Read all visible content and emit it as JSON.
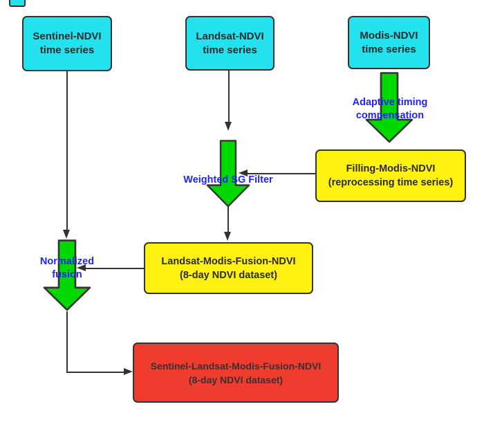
{
  "diagram": {
    "nodes": {
      "sentinel": {
        "title": "Sentinel-NDVI",
        "subtitle": "time series"
      },
      "landsat": {
        "title": "Landsat-NDVI",
        "subtitle": "time series"
      },
      "modis": {
        "title": "Modis-NDVI",
        "subtitle": "time series"
      },
      "filling_modis": {
        "title": "Filling-Modis-NDVI",
        "subtitle": "(reprocessing time series)"
      },
      "landsat_modis_fusion": {
        "title": "Landsat-Modis-Fusion-NDVI",
        "subtitle": "(8-day NDVI dataset)"
      },
      "final_fusion": {
        "title": "Sentinel-Landsat-Modis-Fusion-NDVI",
        "subtitle": "(8-day NDVI dataset)"
      }
    },
    "edge_labels": {
      "adaptive_timing": {
        "line1": "Adaptive timing",
        "line2": "compensation"
      },
      "weighted_sg": "Weighted SG Filter",
      "normalized_fusion": {
        "line1": "Normalized",
        "line2": "fusion"
      }
    },
    "colors": {
      "input_node": "#24e1ee",
      "process_node": "#fff212",
      "output_node": "#ef3c2f",
      "arrow_fill": "#00d800",
      "label_text": "#2222fe",
      "line_color": "#333333"
    }
  }
}
